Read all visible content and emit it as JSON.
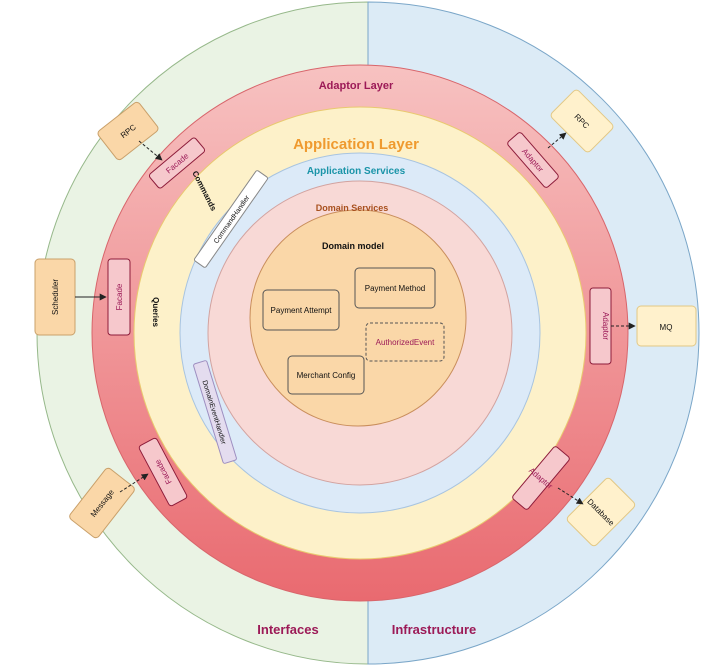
{
  "regions": {
    "interfaces": "Interfaces",
    "infrastructure": "Infrastructure"
  },
  "layers": {
    "adaptor": "Adaptor Layer",
    "application": "Application Layer",
    "app_services": "Application Services",
    "domain_services": "Domain Services",
    "domain_model": "Domain model"
  },
  "handlers": {
    "commands": "Commands",
    "queries": "Queries",
    "command_handler": "CommandHandler",
    "domain_event_handler": "DomainEventHandler"
  },
  "domain": {
    "payment_attempt": "Payment Attempt",
    "payment_method": "Payment Method",
    "authorized_event": "AuthorizedEvent",
    "merchant_config": "Merchant Config"
  },
  "inbound": {
    "rpc": "RPC",
    "scheduler": "Scheduler",
    "message": "Message",
    "facade": "Facade"
  },
  "outbound": {
    "rpc": "RPC",
    "mq": "MQ",
    "database": "Database",
    "adaptor": "Adaptor"
  },
  "colors": {
    "interfaces_bg": "#eaf3e4",
    "infrastructure_bg": "#dcebf6",
    "adaptor_ring": "#ea7e82",
    "application_ring": "#fdf1c9",
    "app_services_ring": "#dceaf8",
    "domain_services_ring": "#f8d9d6",
    "domain_model": "#fad7a8",
    "box_orange": "#fad7a8",
    "box_yellow": "#fff1cc",
    "pink_box": "#f6c8cc",
    "accent_magenta": "#9c1a57",
    "accent_orange": "#ef9a2f",
    "accent_teal": "#1a94a8",
    "accent_rust": "#a8501e"
  }
}
